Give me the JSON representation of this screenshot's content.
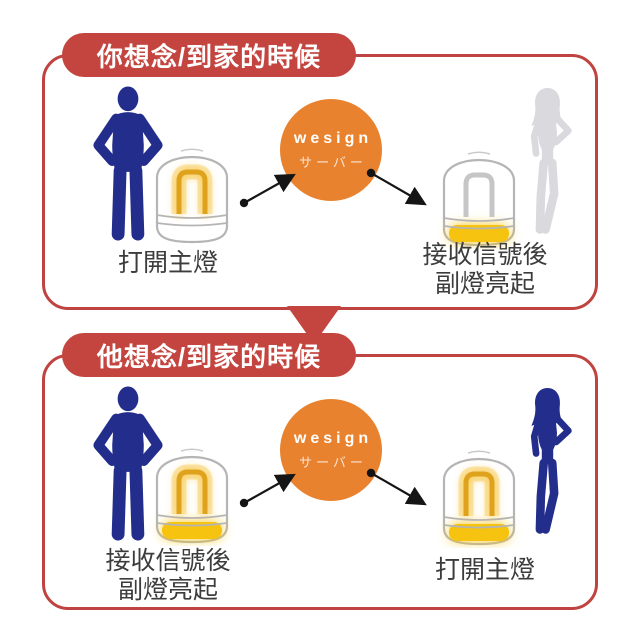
{
  "colors": {
    "badge_red": "#c4453f",
    "panel_border_red": "#bf4340",
    "server_orange": "#e8822e",
    "silhouette_navy": "#232e8c",
    "silhouette_gray": "#d9d9de",
    "lamp_glow_yellow": "#f6c410",
    "caption_dark": "#3c3c3c"
  },
  "panels": [
    {
      "title": "你想念/到家的時候",
      "left": {
        "person": "man-silhouette-navy",
        "lamp": {
          "main_light": "on",
          "sub_light": "off"
        },
        "label_line1": "打開主燈",
        "label_line2": ""
      },
      "server": {
        "name": "wesign",
        "subtitle": "サーバー"
      },
      "right": {
        "person": "woman-silhouette-gray",
        "lamp": {
          "main_light": "off",
          "sub_light": "on"
        },
        "label_line1": "接收信號後",
        "label_line2": "副燈亮起"
      },
      "flow": [
        "left-lamp-to-server",
        "server-to-right-lamp"
      ]
    },
    {
      "title": "他想念/到家的時候",
      "left": {
        "person": "man-silhouette-navy",
        "lamp": {
          "main_light": "on",
          "sub_light": "on"
        },
        "label_line1": "接收信號後",
        "label_line2": "副燈亮起"
      },
      "server": {
        "name": "wesign",
        "subtitle": "サーバー"
      },
      "right": {
        "person": "woman-silhouette-navy",
        "lamp": {
          "main_light": "on",
          "sub_light": "on"
        },
        "label_line1": "打開主燈",
        "label_line2": ""
      },
      "flow": [
        "left-lamp-to-server",
        "server-to-right-lamp"
      ]
    }
  ]
}
